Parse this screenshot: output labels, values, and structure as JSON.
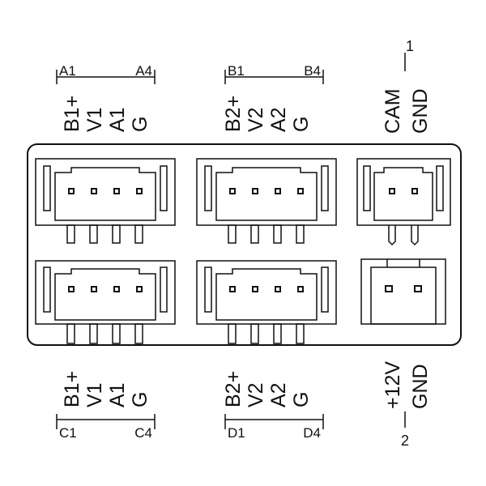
{
  "top_labels": {
    "a": {
      "range_start": "A1",
      "range_end": "A4",
      "pins": [
        "B1+",
        "V1",
        "A1",
        "G"
      ]
    },
    "b": {
      "range_start": "B1",
      "range_end": "B4",
      "pins": [
        "B2+",
        "V2",
        "A2",
        "G"
      ]
    },
    "cam": {
      "number": "1",
      "pins": [
        "CAM",
        "GND"
      ]
    }
  },
  "bottom_labels": {
    "c": {
      "range_start": "C1",
      "range_end": "C4",
      "pins": [
        "B1+",
        "V1",
        "A1",
        "G"
      ]
    },
    "d": {
      "range_start": "D1",
      "range_end": "D4",
      "pins": [
        "B2+",
        "V2",
        "A2",
        "G"
      ]
    },
    "power": {
      "number": "2",
      "pins": [
        "+12V",
        "GND"
      ]
    }
  }
}
